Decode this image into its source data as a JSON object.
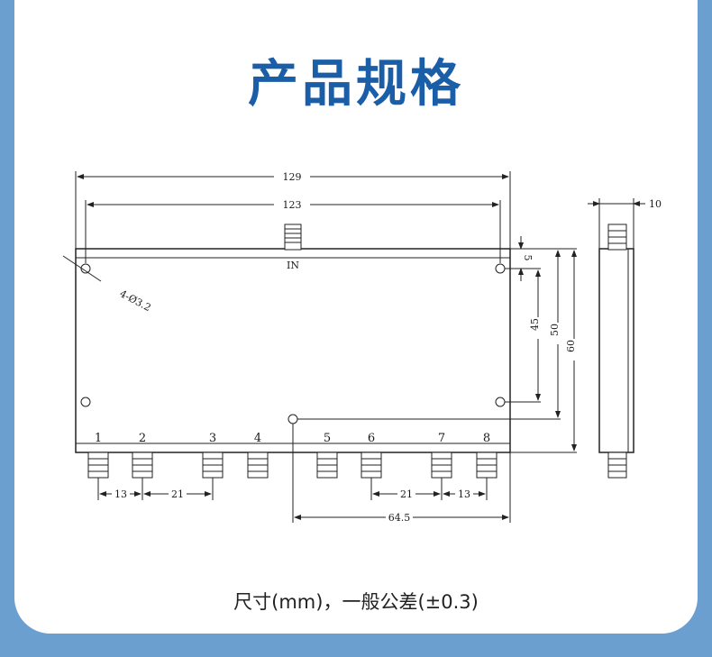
{
  "title": "产品规格",
  "caption": "尺寸(mm)，一般公差(±0.3)",
  "drawing": {
    "input_label": "IN",
    "hole_note": "4-Ø3.2",
    "port_numbers": [
      "1",
      "2",
      "3",
      "4",
      "5",
      "6",
      "7",
      "8"
    ],
    "dimensions": {
      "overall_length": "129",
      "hole_spacing_length": "123",
      "hole_offset_top": "5",
      "hole_spacing_height": "45",
      "center_hole_height": "50",
      "overall_height": "60",
      "depth": "10",
      "pitch_left_1": "13",
      "pitch_left_2": "21",
      "pitch_right_1": "21",
      "pitch_right_2": "13",
      "center_to_edge": "64.5"
    }
  },
  "colors": {
    "title": "#1a5ea8",
    "frame": "#6a9fd0",
    "line": "#1a1a1a",
    "dim": "#2a2a8a"
  }
}
